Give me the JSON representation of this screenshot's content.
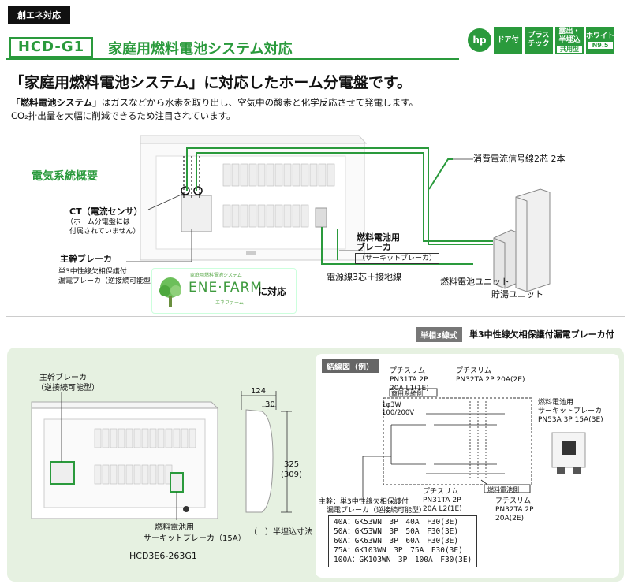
{
  "header": {
    "tag": "創エネ対応",
    "model": "HCD-G1",
    "subtitle": "家庭用燃料電池システム対応",
    "icons": [
      {
        "name": "hp",
        "label": "hp"
      },
      {
        "name": "door",
        "label": "ドア付"
      },
      {
        "name": "plus-chic",
        "label": "プラス\nチック"
      },
      {
        "name": "mount",
        "label": "露出・\n半埋込",
        "sub": "共用型"
      },
      {
        "name": "white",
        "label": "ホワイト",
        "sub": "N9.5"
      }
    ]
  },
  "intro": {
    "headline": "「家庭用燃料電池システム」に対応したホーム分電盤です。",
    "line1_bold": "「燃料電池システム」",
    "line1_rest": "はガスなどから水素を取り出し、空気中の酸素と化学反応させて発電します。",
    "line2": "CO₂排出量を大幅に削減できるため注目されています。"
  },
  "system": {
    "title": "電気系統概要",
    "ct_title": "CT（電流センサ）",
    "ct_note1": "（ホーム分電盤には",
    "ct_note2": "付属されていません）",
    "main_breaker": "主幹ブレーカ",
    "main_breaker_note1": "単3中性線欠相保護付",
    "main_breaker_note2": "漏電ブレーカ（逆接続可能型）",
    "fc_breaker1": "燃料電池用",
    "fc_breaker2": "ブレーカ",
    "fc_breaker3": "（サーキットブレーカ）",
    "power_line": "電源線3芯＋接地線",
    "signal_line": "消費電流信号線2芯 2本",
    "fc_unit": "燃料電池ユニット",
    "tank_unit": "貯湯ユニット",
    "enefarm_small": "家庭用燃料電池システム",
    "enefarm": "ENE·FARM",
    "enefarm_kana": "エネファーム",
    "enefarm_suffix": "に対応"
  },
  "lower": {
    "type_tag": "単相3線式",
    "type_desc": "単3中性線欠相保護付漏電ブレーカ付",
    "main_label1": "主幹ブレーカ",
    "main_label2": "（逆接続可能型）",
    "fc_label1": "燃料電池用",
    "fc_label2": "サーキットブレーカ（15A）",
    "model_no": "HCD3E6-263G1",
    "dim_width": "124",
    "dim_depth": "30",
    "dim_height": "325",
    "dim_height_alt": "(309)",
    "dim_note": "（　）半埋込寸法",
    "wiring_title": "結線図（例）",
    "puchi1": "プチスリム",
    "puchi1_model": "PN31TA 2P",
    "puchi1_rating": "20A L1(1E)",
    "puchi2": "プチスリム",
    "puchi2_model": "PN32TA 2P 20A(2E)",
    "grid_side": "商用系統側",
    "phase": "1φ3W",
    "voltage": "100/200V",
    "fc_cb1": "燃料電池用",
    "fc_cb2": "サーキットブレーカ",
    "fc_cb3": "PN53A 3P 15A(3E)",
    "fc_side": "燃料電池側",
    "puchi3": "プチスリム",
    "puchi3_model": "PN31TA 2P",
    "puchi3_rating": "20A L2(1E)",
    "puchi4": "プチスリム",
    "puchi4_model": "PN32TA 2P",
    "puchi4_rating": "20A(2E)",
    "main_wire1": "主幹：単3中性線欠相保護付",
    "main_wire2": "漏電ブレーカ（逆接続可能型）",
    "specs": [
      "40A：GK53WN　3P　40A　F30(3E)",
      "50A：GK53WN　3P　50A　F30(3E)",
      "60A：GK63WN　3P　60A　F30(3E)",
      "75A：GK103WN　3P　75A　F30(3E)",
      "100A：GK103WN　3P　100A　F30(3E)"
    ]
  },
  "colors": {
    "brand_green": "#2a9a3c",
    "bg_green": "#e6f1e1"
  }
}
